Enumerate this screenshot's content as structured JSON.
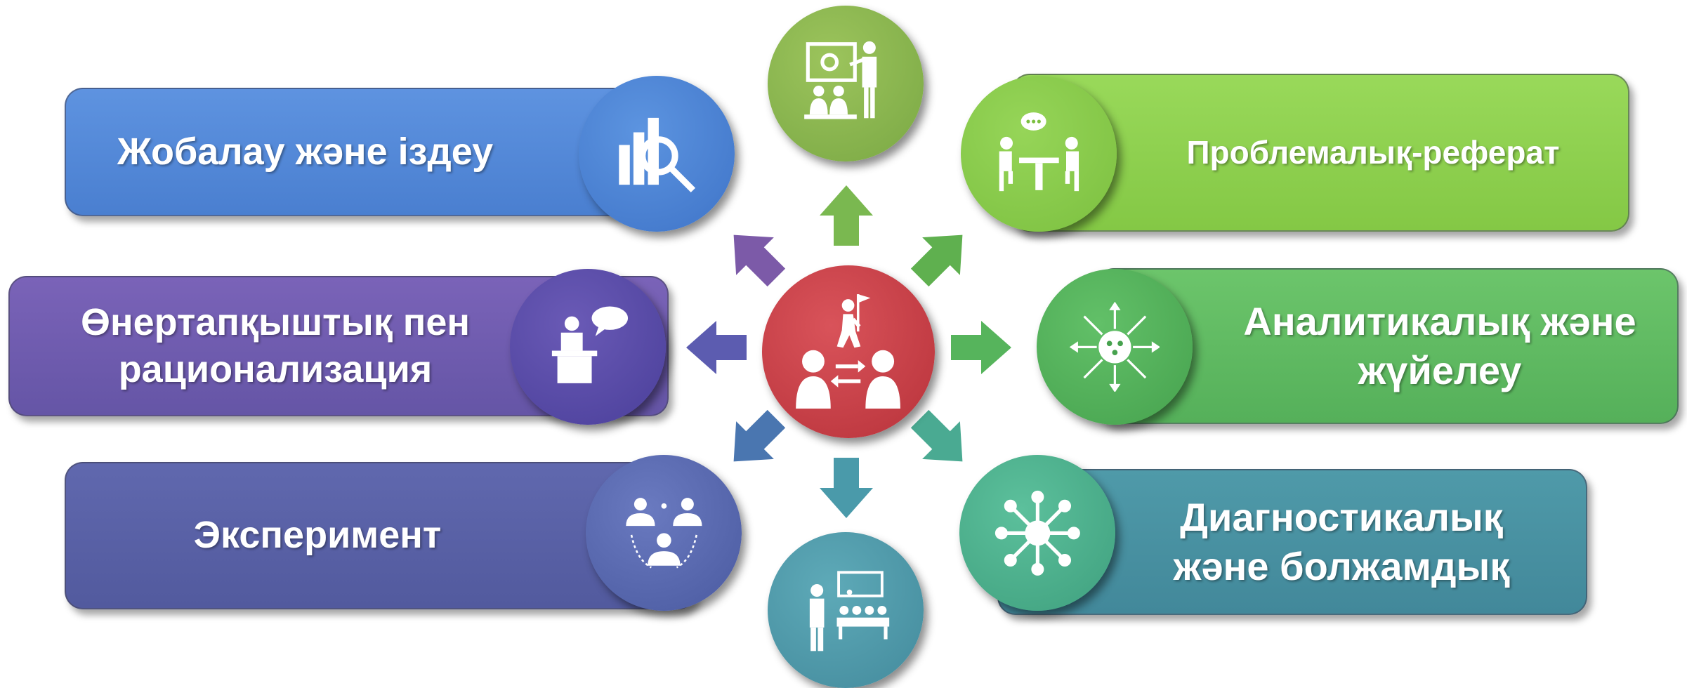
{
  "diagram": {
    "center_icon": "person-with-flag-and-exchange-icon",
    "categories": [
      {
        "id": "design",
        "label": "Жобалау және іздеу",
        "color": "#5b8ad8",
        "icon": "chart-magnifier-icon"
      },
      {
        "id": "invention",
        "label": "Өнертапқыштық пен рационализация",
        "color": "#6e5bb0",
        "icon": "speaker-podium-icon"
      },
      {
        "id": "experiment",
        "label": "Эксперимент",
        "color": "#5a63a8",
        "icon": "group-network-icon"
      },
      {
        "id": "problem",
        "label": "Проблемалық-реферат",
        "color": "#8fd14f",
        "icon": "meeting-table-icon"
      },
      {
        "id": "analytic",
        "label": "Аналитикалық және жүйелеу",
        "color": "#5fbd62",
        "icon": "crowd-arrows-icon"
      },
      {
        "id": "diagnostic",
        "label": "Диагностикалық және болжамдық",
        "color": "#4d97a6",
        "icon": "hub-network-icon"
      }
    ],
    "top_icon": "presentation-board-icon",
    "bottom_icon": "teacher-classroom-icon"
  }
}
